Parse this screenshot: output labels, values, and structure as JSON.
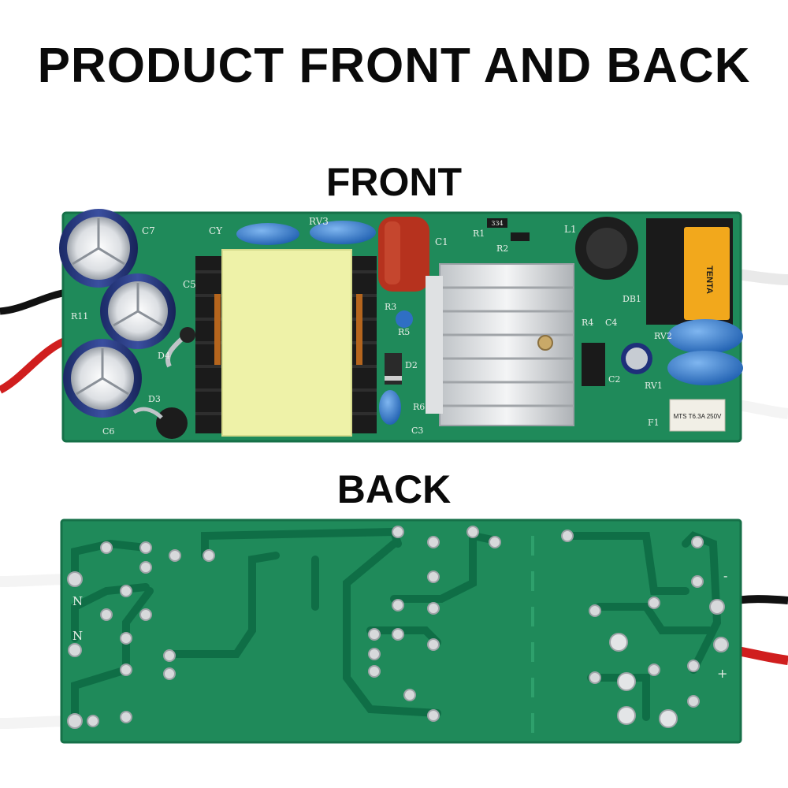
{
  "title": "PRODUCT FRONT AND BACK",
  "sections": {
    "front": "FRONT",
    "back": "BACK"
  },
  "front_board": {
    "fuse_text": "MTS T6.3A 250V",
    "capacitor_brand": "TENTA",
    "resistor_code": "334",
    "designators": {
      "c7": "C7",
      "cy": "CY",
      "rv3": "RV3",
      "c1": "C1",
      "r1": "R1",
      "r2": "R2",
      "l1": "L1",
      "c5": "C5",
      "c6": "C6",
      "d3": "D3",
      "d4": "D4",
      "db1": "DB1",
      "rv2": "RV2",
      "rv1": "RV1",
      "f1": "F1",
      "c2": "C2",
      "c4": "C4",
      "r4": "R4",
      "r3": "R3",
      "r5": "R5",
      "r6": "R6",
      "c3": "C3",
      "d2": "D2",
      "r11": "R11"
    }
  },
  "back_board": {
    "marks": {
      "n1": "N",
      "n2": "N",
      "minus": "-",
      "plus": "+"
    }
  },
  "colors": {
    "pcb_green": "#1f8a5a",
    "pcb_dark_trace": "#0f6e46",
    "transformer_yellow": "#eef2a8",
    "heatsink": "#d6d8da",
    "capacitor_film": "#b6321e",
    "varistor_blue": "#2f7fd0",
    "x_capacitor_yellow": "#f2a81c"
  }
}
